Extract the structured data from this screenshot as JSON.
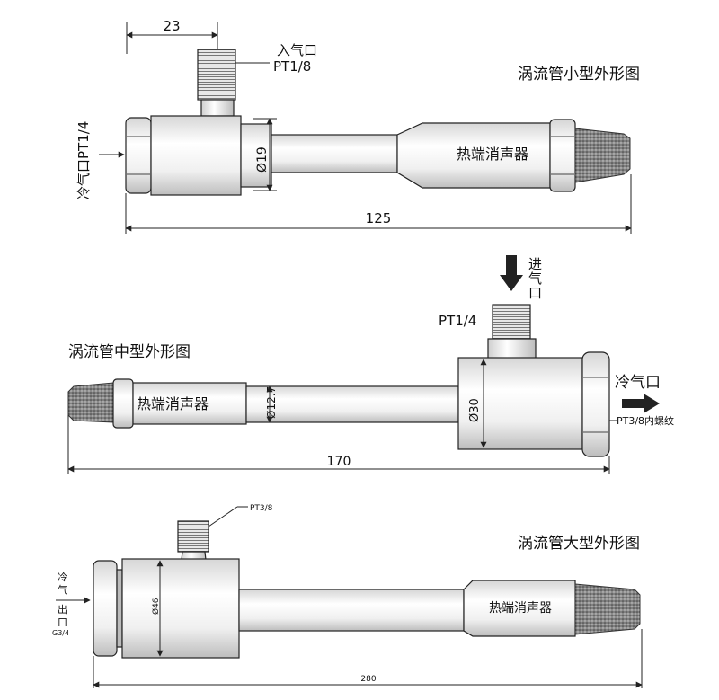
{
  "small": {
    "title": "涡流管小型外形图",
    "dim_top": "23",
    "inlet": "入气口",
    "inlet_thread": "PT1/8",
    "cold_outlet": "冷气口PT1/4",
    "diameter": "Ø19",
    "muffler": "热端消声器",
    "length": "125"
  },
  "medium": {
    "title": "涡流管中型外形图",
    "inlet": "进气口",
    "inlet_thread": "PT1/4",
    "muffler": "热端消声器",
    "tube_diameter": "Ø12.7",
    "body_diameter": "Ø30",
    "cold_outlet": "冷气口",
    "cold_thread": "PT3/8内螺纹",
    "length": "170"
  },
  "large": {
    "title": "涡流管大型外形图",
    "inlet_thread": "PT3/8",
    "cold_outlet_1": "冷",
    "cold_outlet_2": "气",
    "cold_outlet_3": "出",
    "cold_outlet_4": "口",
    "cold_thread": "G3/4",
    "diameter": "Ø46",
    "muffler": "热端消声器",
    "length": "280"
  },
  "colors": {
    "body_light": "#f4f4f4",
    "body_shade": "#c8c8c8",
    "muffler_dark": "#555555",
    "line": "#222222"
  }
}
